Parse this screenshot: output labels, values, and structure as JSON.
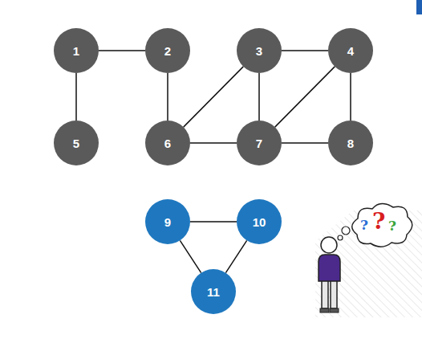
{
  "diagram": {
    "nodes": [
      {
        "text": [
          "1"
        ]
      },
      {
        "text": [
          "2"
        ]
      },
      {
        "text": [
          "3"
        ]
      },
      {
        "text": [
          "4"
        ]
      },
      {
        "text": [
          "5"
        ]
      },
      {
        "text": [
          "6"
        ]
      },
      {
        "text": [
          "7"
        ]
      },
      {
        "text": [
          "8"
        ]
      },
      {
        "text": [
          "9"
        ]
      },
      {
        "text": [
          "10"
        ]
      },
      {
        "text": [
          "11"
        ]
      }
    ],
    "edges": [
      {
        "from": 0,
        "to": 1,
        "arrow": "none"
      },
      {
        "from": 0,
        "to": 4,
        "arrow": "none"
      },
      {
        "from": 1,
        "to": 5,
        "arrow": "none"
      },
      {
        "from": 2,
        "to": 3,
        "arrow": "none"
      },
      {
        "from": 2,
        "to": 5,
        "arrow": "none"
      },
      {
        "from": 2,
        "to": 6,
        "arrow": "none"
      },
      {
        "from": 3,
        "to": 6,
        "arrow": "none"
      },
      {
        "from": 3,
        "to": 7,
        "arrow": "none"
      },
      {
        "from": 5,
        "to": 6,
        "arrow": "none"
      },
      {
        "from": 6,
        "to": 7,
        "arrow": "none"
      },
      {
        "from": 8,
        "to": 9,
        "arrow": "none"
      },
      {
        "from": 8,
        "to": 10,
        "arrow": "none"
      },
      {
        "from": 9,
        "to": 10,
        "arrow": "none"
      }
    ],
    "labels": [
      "?",
      "?",
      "?"
    ]
  }
}
